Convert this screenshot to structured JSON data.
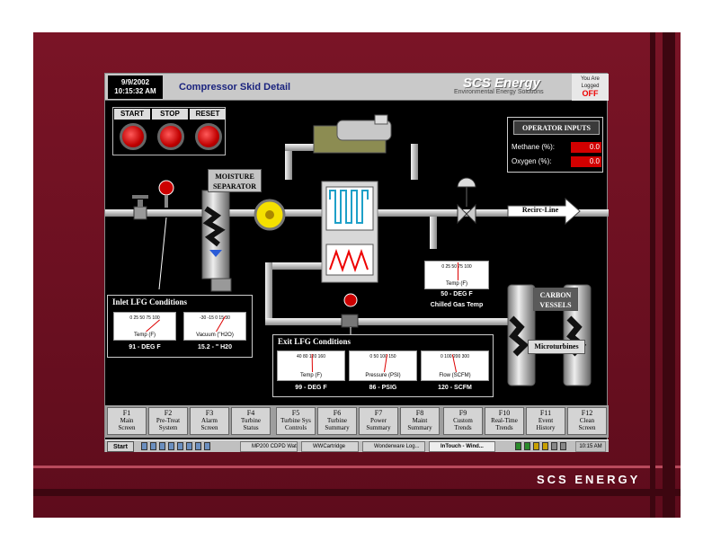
{
  "brand_footer": "SCS ENERGY",
  "header": {
    "date": "9/9/2002",
    "time": "10:15:32 AM",
    "title": "Compressor Skid Detail",
    "brand": "SCS Energy",
    "brand_sub": "Environmental Energy Solutions",
    "login_line1": "You Are",
    "login_line2": "Logged",
    "login_status": "OFF"
  },
  "controls": {
    "start": "START",
    "stop": "STOP",
    "reset": "RESET"
  },
  "operator_inputs": {
    "title": "OPERATOR INPUTS",
    "methane_label": "Methane (%):",
    "methane_value": "0.0",
    "oxygen_label": "Oxygen (%):",
    "oxygen_value": "0.0"
  },
  "labels": {
    "moisture_separator": "MOISTURE SEPARATOR",
    "recirc_line": "Recirc-Line",
    "carbon_vessels": "CARBON VESSELS",
    "microturbines": "Microturbines"
  },
  "chilled_gas": {
    "gauge_label": "Temp (F)",
    "ticks": "0  25  50  75  100",
    "value": "50 - DEG F",
    "value_num": 50,
    "caption": "Chilled Gas Temp"
  },
  "inlet_conditions": {
    "title": "Inlet LFG Conditions",
    "temp_label": "Temp (F)",
    "temp_ticks": "0 25 50 75 100",
    "temp_value": "91 - DEG F",
    "temp_num": 91,
    "vacuum_label": "Vacuum (\"H2O)",
    "vacuum_ticks": "-30 -15 0 15 30",
    "vacuum_value": "15.2 - \" H20",
    "vacuum_num": 15.2
  },
  "exit_conditions": {
    "title": "Exit LFG Conditions",
    "temp_label": "Temp (F)",
    "temp_ticks": "40 80 120 160",
    "temp_value": "99 - DEG F",
    "temp_num": 99,
    "pressure_label": "Pressure (PSI)",
    "pressure_ticks": "0 50 100 150",
    "pressure_value": "86 - PSIG",
    "pressure_num": 86,
    "flow_label": "Flow (SCFM)",
    "flow_ticks": "0 100 200 300",
    "flow_value": "120 - SCFM",
    "flow_num": 120
  },
  "fkeys": [
    {
      "key": "F1",
      "l1": "Main",
      "l2": "Screen"
    },
    {
      "key": "F2",
      "l1": "Pre-Treat",
      "l2": "System"
    },
    {
      "key": "F3",
      "l1": "Alarm",
      "l2": "Screen"
    },
    {
      "key": "F4",
      "l1": "Turbine",
      "l2": "Status"
    },
    {
      "key": "F5",
      "l1": "Turbine Sys",
      "l2": "Controls"
    },
    {
      "key": "F6",
      "l1": "Turbine",
      "l2": "Summary"
    },
    {
      "key": "F7",
      "l1": "Power",
      "l2": "Summary"
    },
    {
      "key": "F8",
      "l1": "Maint",
      "l2": "Summary"
    },
    {
      "key": "F9",
      "l1": "Custom",
      "l2": "Trends"
    },
    {
      "key": "F10",
      "l1": "Real-Time",
      "l2": "Trends"
    },
    {
      "key": "F11",
      "l1": "Event",
      "l2": "History"
    },
    {
      "key": "F12",
      "l1": "Clean",
      "l2": "Screen"
    }
  ],
  "taskbar": {
    "start": "Start",
    "items": [
      "MP200 CDPD Wat...",
      "WWCartridge",
      "Wonderware Log...",
      "InTouch - Wind..."
    ],
    "clock": "10:15 AM"
  },
  "colors": {
    "slide_bg": "#6e1022",
    "title_blue": "#1a237e",
    "alarm_red": "#d20000"
  }
}
